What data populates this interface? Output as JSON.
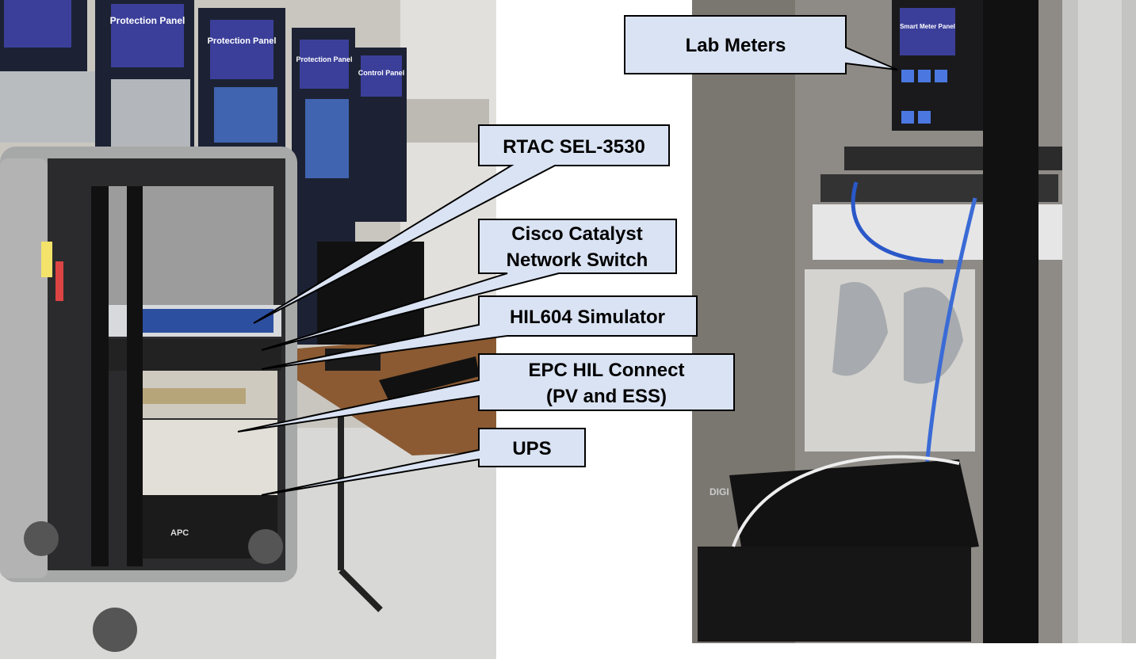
{
  "callouts": {
    "lab_meters": "Lab Meters",
    "rtac": "RTAC SEL-3530",
    "cisco_line1": "Cisco Catalyst",
    "cisco_line2": "Network Switch",
    "hil604": "HIL604 Simulator",
    "epc_line1": "EPC HIL Connect",
    "epc_line2": "(PV and ESS)",
    "ups": "UPS"
  },
  "photo_text": {
    "panel1": "Protection Panel",
    "panel2": "Protection Panel",
    "panel3": "Protection Panel",
    "panel4": "Control Panel",
    "smart_meter_panel": "Smart Meter Panel",
    "apc": "APC",
    "digi": "DIGI"
  },
  "colors": {
    "callout_fill": "#dae3f3",
    "callout_stroke": "#000000"
  }
}
